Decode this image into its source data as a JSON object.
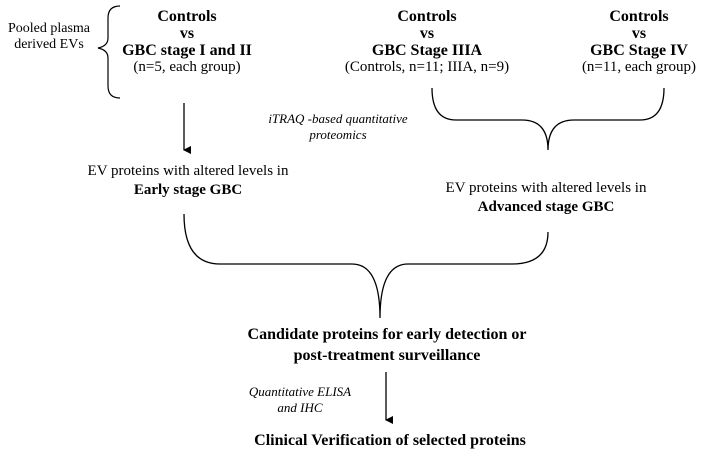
{
  "source_label": {
    "line1": "Pooled plasma",
    "line2": "derived EVs"
  },
  "groups": [
    {
      "title": "Controls",
      "vs": "vs",
      "stage": "GBC stage I and II",
      "n": "(n=5, each group)"
    },
    {
      "title": "Controls",
      "vs": "vs",
      "stage": "GBC Stage IIIA",
      "n": "(Controls, n=11; IIIA, n=9)"
    },
    {
      "title": "Controls",
      "vs": "vs",
      "stage": "GBC Stage IV",
      "n": "(n=11, each group)"
    }
  ],
  "method_proteomics": {
    "line1": "iTRAQ -based quantitative",
    "line2": "proteomics"
  },
  "early": {
    "line1": "EV proteins with altered levels in",
    "line2": "Early stage GBC"
  },
  "advanced": {
    "line1": "EV proteins with altered levels in",
    "line2": "Advanced stage GBC"
  },
  "candidates": {
    "line1": "Candidate proteins for early detection or",
    "line2": "post-treatment surveillance"
  },
  "method_elisa": {
    "line1": "Quantitative ELISA",
    "line2": "and IHC"
  },
  "final": "Clinical Verification of selected  proteins"
}
